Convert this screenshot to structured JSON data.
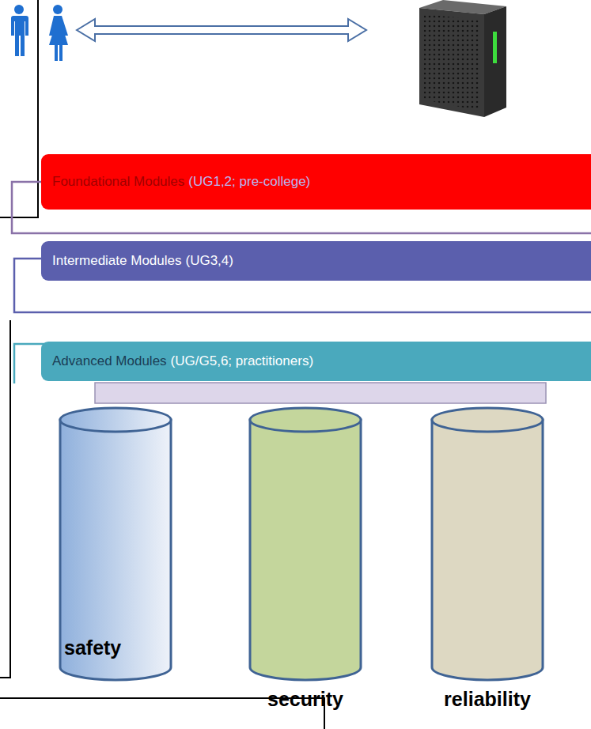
{
  "diagram": {
    "nodes": [
      {
        "text": [
          "Foundational Modules",
          "(UG1,2; pre-college)"
        ]
      },
      {
        "text": [
          "Intermediate Modules",
          "(UG3,4)"
        ]
      },
      {
        "text": [
          "Advanced Modules",
          "(UG/G5,6; practitioners)"
        ]
      },
      {
        "text": [
          "safety"
        ]
      },
      {
        "text": [
          "security"
        ]
      },
      {
        "text": [
          "reliability"
        ]
      }
    ]
  }
}
